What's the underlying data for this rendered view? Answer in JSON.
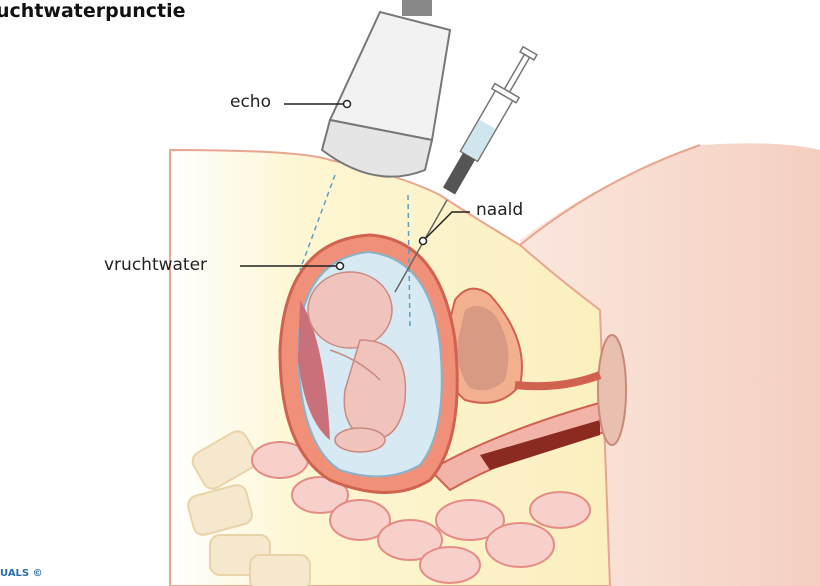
{
  "title": "uchtwaterpunctie",
  "labels": {
    "echo": "echo",
    "naald": "naald",
    "vruchtwater": "vruchtwater"
  },
  "copyright": "UALS ©",
  "colors": {
    "skin": "#f7d9cc",
    "fat": "#fdf6d0",
    "uterus": "#e8735a",
    "amniotic": "#d6e9f2",
    "fetus": "#f0c2bb",
    "bone": "#f5e6c8",
    "probe": "#f2f2f2"
  }
}
